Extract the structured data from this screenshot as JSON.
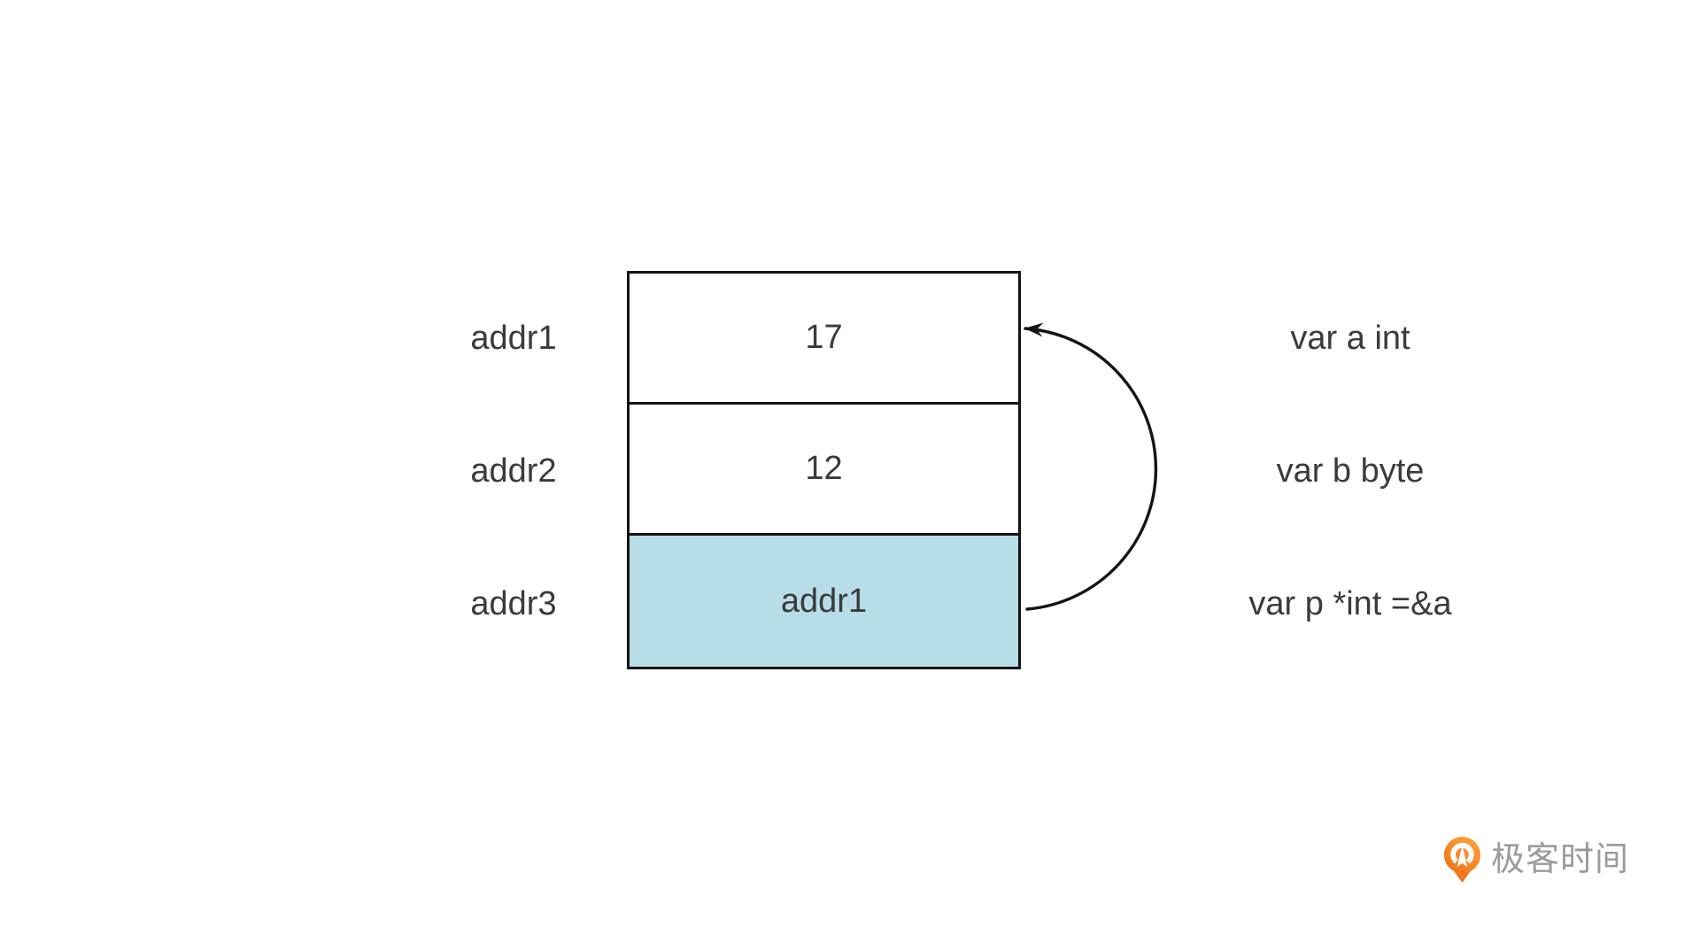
{
  "diagram": {
    "rows": [
      {
        "address": "addr1",
        "value": "17",
        "annotation": "var a int"
      },
      {
        "address": "addr2",
        "value": "12",
        "annotation": "var b byte"
      },
      {
        "address": "addr3",
        "value": "addr1",
        "annotation": "var p *int =&a"
      }
    ],
    "arrow": {
      "icon": "pointer-arc-arrow-icon",
      "from_row": "addr3",
      "to_row": "addr1"
    }
  },
  "colors": {
    "line": "#141414",
    "text": "#3b3b3b",
    "highlight_fill": "#b7dde8",
    "logo_orange": "#f1711c",
    "logo_text_gray": "#9b9b9b"
  },
  "logo": {
    "icon": "geektime-logo-icon",
    "text": "极客时间"
  }
}
